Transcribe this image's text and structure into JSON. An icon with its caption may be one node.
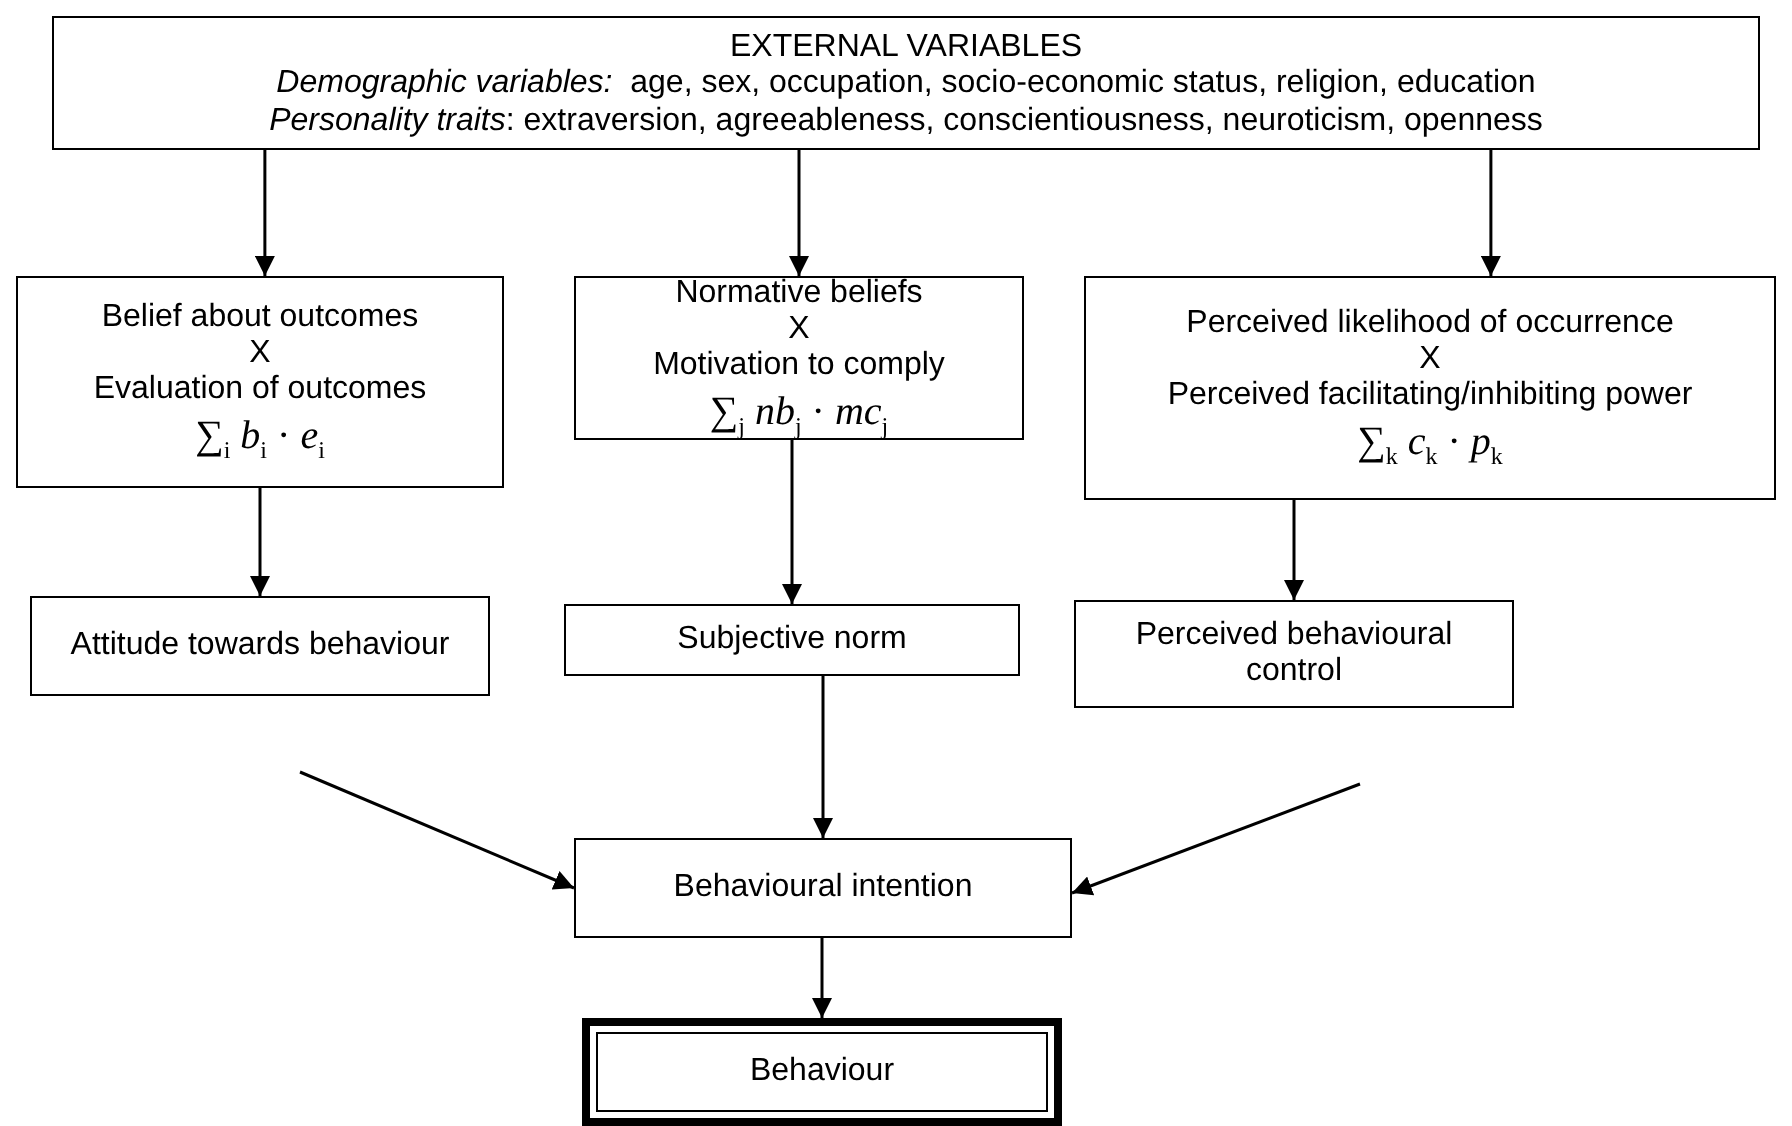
{
  "diagram": {
    "nodes": [
      {
        "text": [
          "EXTERNAL VARIABLES",
          "*Demographic variables:*  age, sex, occupation, socio-economic status, religion, education",
          "*Personality traits*: extraversion, agreeableness, conscientiousness, neuroticism, openness"
        ]
      },
      {
        "text": [
          "Belief about outcomes",
          "X",
          "Evaluation of outcomes",
          "∑$_{i}$ *b*$_{i}$ · *e*$_{i}$"
        ]
      },
      {
        "text": [
          "Normative beliefs",
          "X",
          "Motivation to comply",
          "∑$_{j}$ *nb*$_{j}$ · *mc*$_{j}$"
        ]
      },
      {
        "text": [
          "Perceived likelihood of occurrence",
          "X",
          "Perceived facilitating/inhibiting power",
          "∑$_{k}$ *c*$_{k}$ · *p*$_{k}$"
        ]
      },
      {
        "text": [
          "Attitude towards behaviour"
        ]
      },
      {
        "text": [
          "Subjective norm"
        ]
      },
      {
        "text": [
          "Perceived behavioural control"
        ]
      },
      {
        "text": [
          "Behavioural intention"
        ]
      },
      {
        "text": [
          "Behaviour"
        ]
      }
    ],
    "edges": [
      {
        "from": 0,
        "to": 1,
        "arrow": "to"
      },
      {
        "from": 0,
        "to": 2,
        "arrow": "to"
      },
      {
        "from": 0,
        "to": 3,
        "arrow": "to"
      },
      {
        "from": 1,
        "to": 4,
        "arrow": "to"
      },
      {
        "from": 2,
        "to": 5,
        "arrow": "to"
      },
      {
        "from": 3,
        "to": 6,
        "arrow": "to"
      },
      {
        "from": 4,
        "to": 7,
        "arrow": "to"
      },
      {
        "from": 5,
        "to": 7,
        "arrow": "to"
      },
      {
        "from": 6,
        "to": 7,
        "arrow": "to"
      },
      {
        "from": 7,
        "to": 8,
        "arrow": "to"
      }
    ]
  }
}
